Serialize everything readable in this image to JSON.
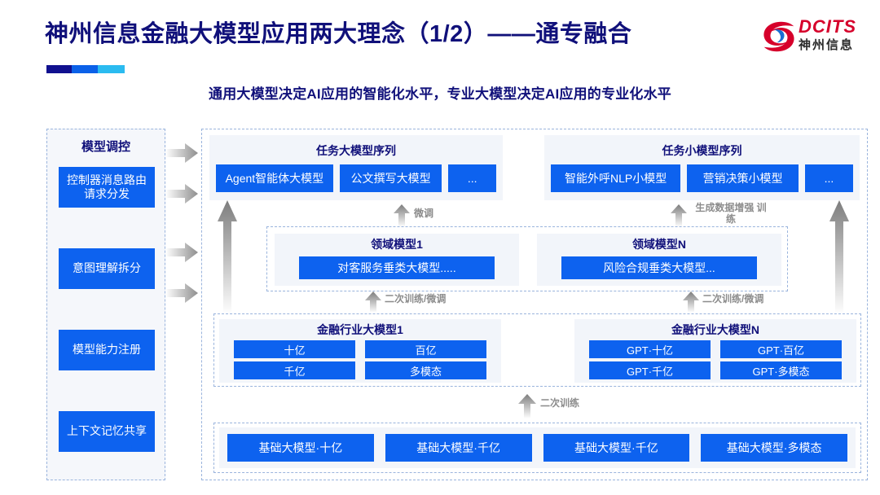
{
  "header": {
    "title": "神州信息金融大模型应用两大理念（1/2）——通专融合",
    "subtitle": "通用大模型决定AI应用的智能化水平，专业大模型决定AI应用的专业化水平",
    "accent_colors": [
      "#10108f",
      "#0b61e8",
      "#2bbbf0"
    ]
  },
  "logo": {
    "brand": "DCITS",
    "brand_cn": "神州信息",
    "mark_color": "#d6002b"
  },
  "sidebar": {
    "title": "模型调控",
    "items": [
      {
        "label": "控制器消息路由请求分发"
      },
      {
        "label": "意图理解拆分"
      },
      {
        "label": "模型能力注册"
      },
      {
        "label": "上下文记忆共享"
      }
    ]
  },
  "connectors": {
    "side_arrows": [
      "flow-arrow-1",
      "flow-arrow-2",
      "flow-arrow-3",
      "flow-arrow-4"
    ],
    "labels": {
      "fine_tune": "微调",
      "data_augment": "生成数据增强\n训练",
      "retrain_finetune_left": "二次训练/微调",
      "retrain_finetune_right": "二次训练/微调",
      "retrain": "二次训练"
    }
  },
  "task_big": {
    "title": "任务大模型序列",
    "items": [
      "Agent智能体大模型",
      "公文撰写大模型",
      "..."
    ]
  },
  "task_small": {
    "title": "任务小模型序列",
    "items": [
      "智能外呼NLP小模型",
      "营销决策小模型",
      "..."
    ]
  },
  "domain": {
    "panel_1": {
      "title": "领域模型1",
      "chip": "对客服务垂类大模型....."
    },
    "panel_n": {
      "title": "领域模型N",
      "chip": "风险合规垂类大模型..."
    }
  },
  "industry": {
    "panel_1": {
      "title": "金融行业大模型1",
      "items": [
        "十亿",
        "百亿",
        "千亿",
        "多模态"
      ]
    },
    "panel_n": {
      "title": "金融行业大模型N",
      "items": [
        "GPT·十亿",
        "GPT·百亿",
        "GPT·千亿",
        "GPT·多模态"
      ]
    }
  },
  "base": {
    "items": [
      "基础大模型·十亿",
      "基础大模型·千亿",
      "基础大模型·千亿",
      "基础大模型·多模态"
    ]
  },
  "colors": {
    "blue": "#0d62ef",
    "title_navy": "#10107a",
    "panel_bg": "#f2f5fa",
    "dashed": "#9ab4dd",
    "arrow_gray": "#9a9a9a"
  }
}
